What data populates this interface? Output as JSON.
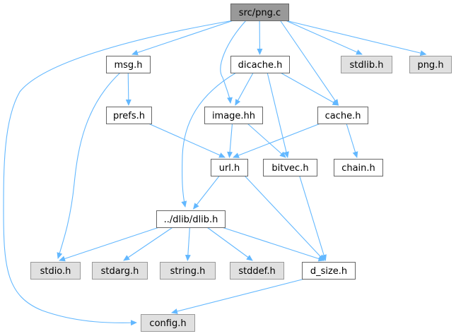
{
  "colors": {
    "edge": "#63b8ff",
    "root_fill": "#999999",
    "root_border": "#666666",
    "node_fill": "#ffffff",
    "node_border": "#666666",
    "system_fill": "#e0e0e0",
    "system_border": "#999999"
  },
  "nodes": [
    {
      "id": "png_c",
      "label": "src/png.c",
      "kind": "root"
    },
    {
      "id": "msg_h",
      "label": "msg.h",
      "kind": "local"
    },
    {
      "id": "dicache_h",
      "label": "dicache.h",
      "kind": "local"
    },
    {
      "id": "stdlib_h",
      "label": "stdlib.h",
      "kind": "system"
    },
    {
      "id": "png_h",
      "label": "png.h",
      "kind": "system"
    },
    {
      "id": "prefs_h",
      "label": "prefs.h",
      "kind": "local"
    },
    {
      "id": "image_hh",
      "label": "image.hh",
      "kind": "local"
    },
    {
      "id": "cache_h",
      "label": "cache.h",
      "kind": "local"
    },
    {
      "id": "url_h",
      "label": "url.h",
      "kind": "local"
    },
    {
      "id": "bitvec_h",
      "label": "bitvec.h",
      "kind": "local"
    },
    {
      "id": "chain_h",
      "label": "chain.h",
      "kind": "local"
    },
    {
      "id": "dlib_h",
      "label": "../dlib/dlib.h",
      "kind": "local"
    },
    {
      "id": "stdio_h",
      "label": "stdio.h",
      "kind": "system"
    },
    {
      "id": "stdarg_h",
      "label": "stdarg.h",
      "kind": "system"
    },
    {
      "id": "string_h",
      "label": "string.h",
      "kind": "system"
    },
    {
      "id": "stddef_h",
      "label": "stddef.h",
      "kind": "system"
    },
    {
      "id": "d_size_h",
      "label": "d_size.h",
      "kind": "local"
    },
    {
      "id": "config_h",
      "label": "config.h",
      "kind": "system"
    }
  ],
  "edges": [
    [
      "png_c",
      "msg_h"
    ],
    [
      "png_c",
      "dicache_h"
    ],
    [
      "png_c",
      "stdlib_h"
    ],
    [
      "png_c",
      "png_h"
    ],
    [
      "png_c",
      "image_hh"
    ],
    [
      "png_c",
      "cache_h"
    ],
    [
      "png_c",
      "config_h"
    ],
    [
      "msg_h",
      "prefs_h"
    ],
    [
      "msg_h",
      "stdio_h"
    ],
    [
      "dicache_h",
      "image_hh"
    ],
    [
      "dicache_h",
      "cache_h"
    ],
    [
      "dicache_h",
      "bitvec_h"
    ],
    [
      "dicache_h",
      "dlib_h"
    ],
    [
      "prefs_h",
      "url_h"
    ],
    [
      "image_hh",
      "url_h"
    ],
    [
      "image_hh",
      "bitvec_h"
    ],
    [
      "cache_h",
      "url_h"
    ],
    [
      "cache_h",
      "chain_h"
    ],
    [
      "url_h",
      "dlib_h"
    ],
    [
      "url_h",
      "d_size_h"
    ],
    [
      "bitvec_h",
      "d_size_h"
    ],
    [
      "dlib_h",
      "stdio_h"
    ],
    [
      "dlib_h",
      "stdarg_h"
    ],
    [
      "dlib_h",
      "string_h"
    ],
    [
      "dlib_h",
      "stddef_h"
    ],
    [
      "dlib_h",
      "d_size_h"
    ],
    [
      "d_size_h",
      "config_h"
    ]
  ]
}
